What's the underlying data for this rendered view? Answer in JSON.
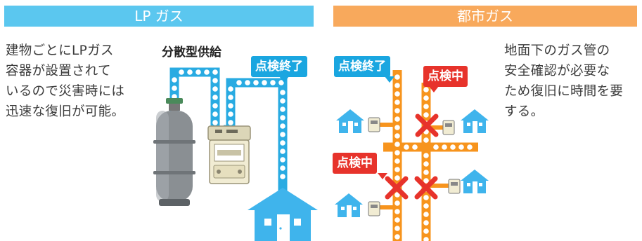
{
  "lp": {
    "header": "LP ガス",
    "description": "建物ごとにLPガス\n容器が設置されて\nいるので災害時には\n迅速な復旧が可能。",
    "supply_label": "分散型供給",
    "inspection_done_tag": "点検終了"
  },
  "city": {
    "header": "都市ガス",
    "description": "地面下のガス管の\n安全確認が必要な\nため復旧に時間を要\nする。",
    "inspection_done_tag": "点検終了",
    "inspecting_tag_1": "点検中",
    "inspecting_tag_2": "点検中"
  },
  "colors": {
    "lp_header": "#5bc7ef",
    "city_header": "#f8a95c",
    "lp_pipe": "#29abe2",
    "city_pipe": "#f7941d",
    "house": "#3fb4ec",
    "cross": "#e7332b",
    "tag_done": "#1aa6e0",
    "tag_checking": "#e7332b"
  },
  "icons": [
    "house-icon",
    "gas-cylinder-icon",
    "gas-meter-icon",
    "cross-mark-icon"
  ]
}
